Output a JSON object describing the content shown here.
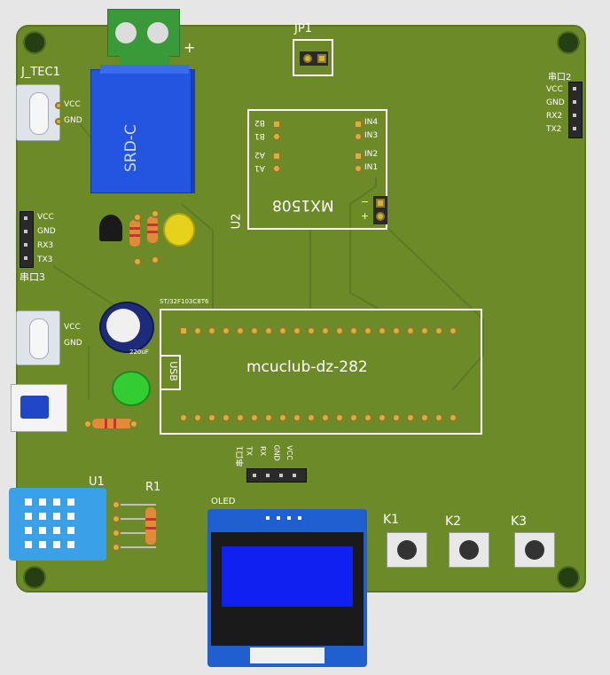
{
  "board": {
    "title": "mcuclub-dz-282",
    "plus_sign": "+",
    "colors": {
      "pcb": "#6d8a28",
      "copper": "#d4b13b",
      "relay": "#1f4fd8",
      "oled_screen": "#1020f0",
      "dht": "#3aa0e8",
      "led_green": "#33cc33",
      "led_yellow": "#e6d21a"
    }
  },
  "jp1": {
    "label": "JP1"
  },
  "relay": {
    "label": "SRD-C"
  },
  "j_tec1": {
    "label": "J_TEC1",
    "pins": [
      "VCC",
      "GND"
    ]
  },
  "serial2": {
    "label": "串口2",
    "pins": [
      "VCC",
      "GND",
      "RX2",
      "TX2"
    ]
  },
  "serial3": {
    "label": "串口3",
    "pins": [
      "VCC",
      "GND",
      "RX3",
      "TX3"
    ]
  },
  "usb_power": {
    "pins": [
      "VCC",
      "GND"
    ]
  },
  "driver": {
    "label": "MX1508",
    "ref": "U2",
    "pins_left": [
      "B2",
      "B1",
      "A2",
      "A1"
    ],
    "pins_right": [
      "IN4",
      "IN3",
      "IN2",
      "IN1"
    ],
    "power": [
      "−",
      "+"
    ]
  },
  "cap": {
    "label": "220uF"
  },
  "mcu": {
    "header_label": "ST/32F103C8T6",
    "usb_label": "USB"
  },
  "serial1": {
    "label": "串口1",
    "pins": [
      "TX",
      "RX",
      "GND",
      "VCC"
    ]
  },
  "dht": {
    "ref": "U1"
  },
  "r1": {
    "ref": "R1"
  },
  "oled": {
    "label": "OLED"
  },
  "keys": [
    "K1",
    "K2",
    "K3"
  ]
}
